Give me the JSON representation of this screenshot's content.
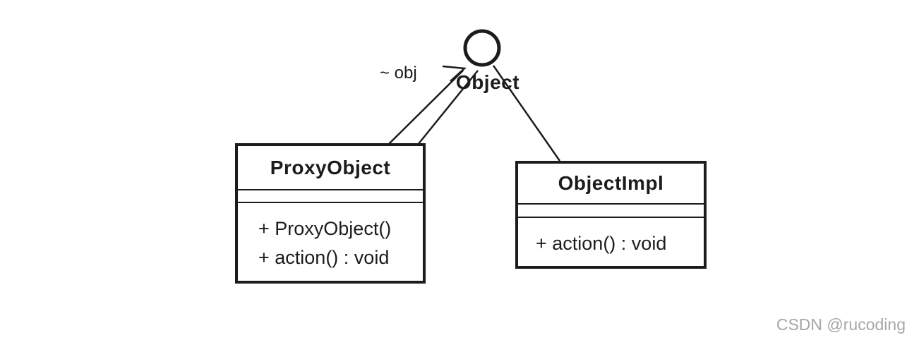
{
  "diagram": {
    "type": "uml-class-diagram",
    "interface": {
      "name": "Object"
    },
    "association_label": "~ obj",
    "classes": {
      "proxy": {
        "name": "ProxyObject",
        "methods": [
          "+ ProxyObject()",
          "+ action() : void"
        ]
      },
      "impl": {
        "name": "ObjectImpl",
        "methods": [
          "+ action() : void"
        ]
      }
    },
    "relations": [
      "ProxyObject --(~ obj association arrow)--> Object",
      "ProxyObject ---- Object (realization line)",
      "ObjectImpl ---- Object (realization line)"
    ]
  },
  "watermark": "CSDN @rucoding",
  "colors": {
    "line": "#1c1c1c",
    "box_border": "#1c1c1c",
    "watermark": "#a6a6a6",
    "background": "#ffffff"
  }
}
